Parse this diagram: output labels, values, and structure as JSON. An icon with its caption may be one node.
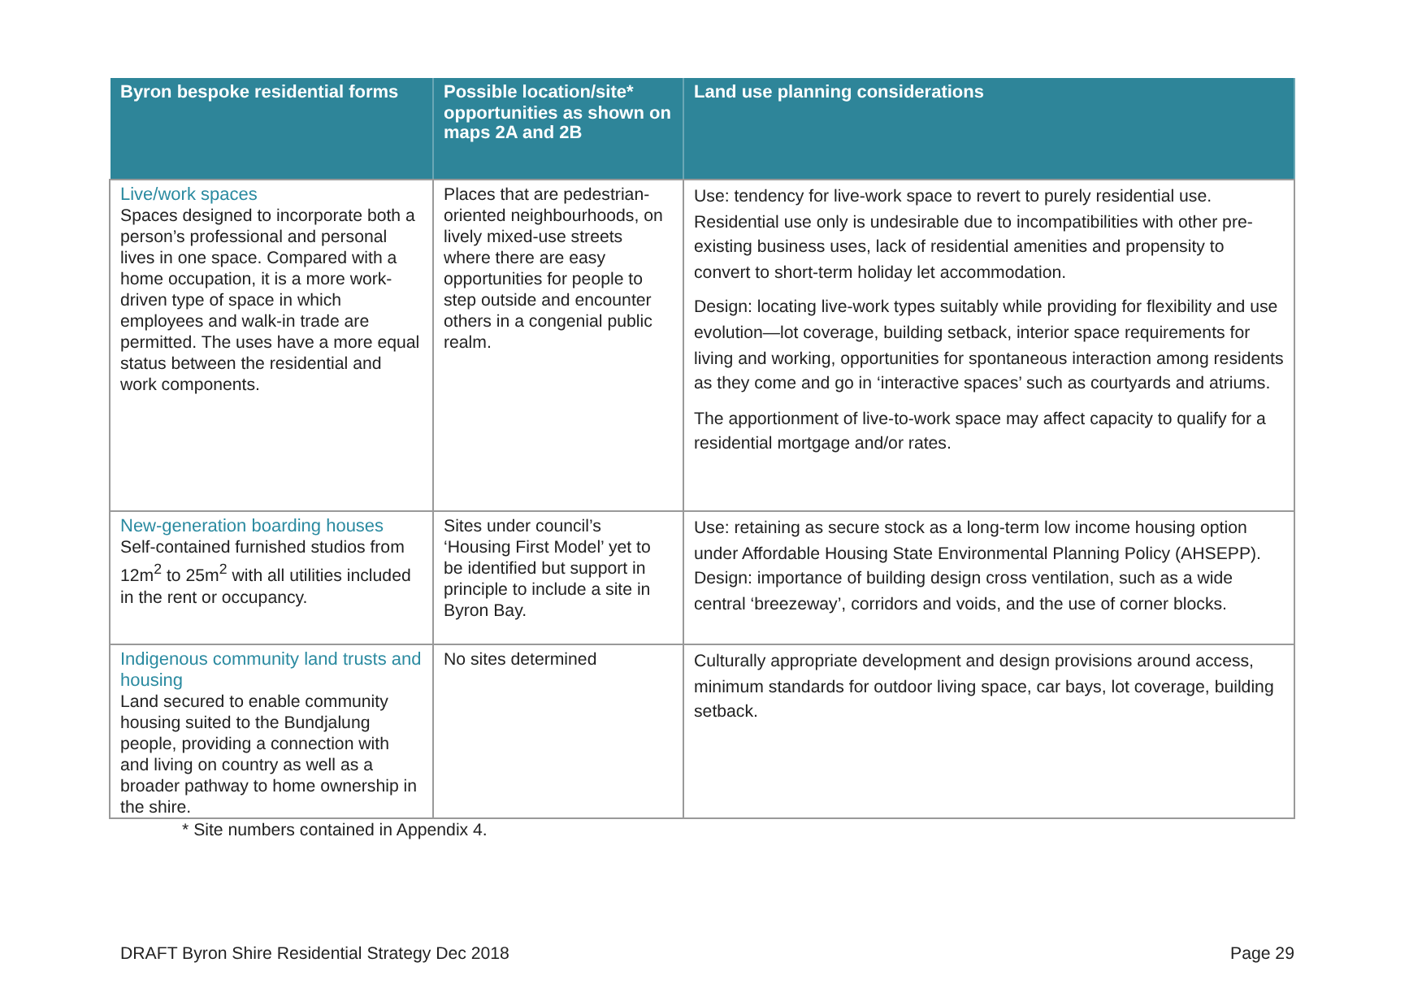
{
  "diagram": {
    "labels": [
      "Byron bespoke residential forms",
      "Possible location/site* opportunities as shown on maps 2A and 2B",
      "Land use planning considerations",
      "Live/work spaces",
      "Spaces designed to incorporate both a person’s professional and personal lives in one space. Compared with a home occupation, it is a more work-driven type of space in which employees and walk-in trade are permitted. The uses have a more equal status between the residential and work components.",
      "Places that are pedestrian-oriented neighbourhoods, on lively mixed-use streets where there are easy opportunities for people to step outside and encounter others in a congenial public realm.",
      "Use: tendency for live-work space to revert to purely residential use. Residential use only is undesirable due to incompatibilities with other pre-existing business uses, lack of residential amenities and propensity to convert to short-term holiday let accommodation.",
      "Design: locating live-work types suitably while providing for flexibility and use evolution—lot coverage, building setback, interior space requirements for living and working, opportunities for spontaneous interaction among residents as they come and go in ‘interactive spaces’ such as courtyards and atriums.",
      "The apportionment of live-to-work space may affect capacity to qualify for a residential mortgage and/or rates.",
      "New-generation boarding houses",
      "Self-contained furnished studios from 12m$^{2}$ to 25m$^{2}$ with all utilities included in the rent or occupancy.",
      "Sites under council’s ‘Housing First Model’ yet to be identified but support in principle to include a site in Byron Bay.",
      "Use: retaining as secure stock as a long-term low income housing option under Affordable Housing State Environmental Planning Policy (AHSEPP).",
      "Design: importance of building design cross ventilation, such as a wide central ‘breezeway’, corridors and voids, and the use of corner blocks.",
      "Indigenous community land trusts and housing",
      "Land secured to enable community housing suited to the Bundjalung people, providing a connection with and living on country as well as a broader pathway to home ownership in the shire.",
      "No sites determined",
      "Culturally appropriate development and design provisions around access, minimum standards for outdoor living space, car bays, lot coverage, building setback.",
      "* Site numbers contained in Appendix 4.",
      "DRAFT Byron Shire Residential Strategy Dec 2018",
      "Page 29"
    ]
  }
}
